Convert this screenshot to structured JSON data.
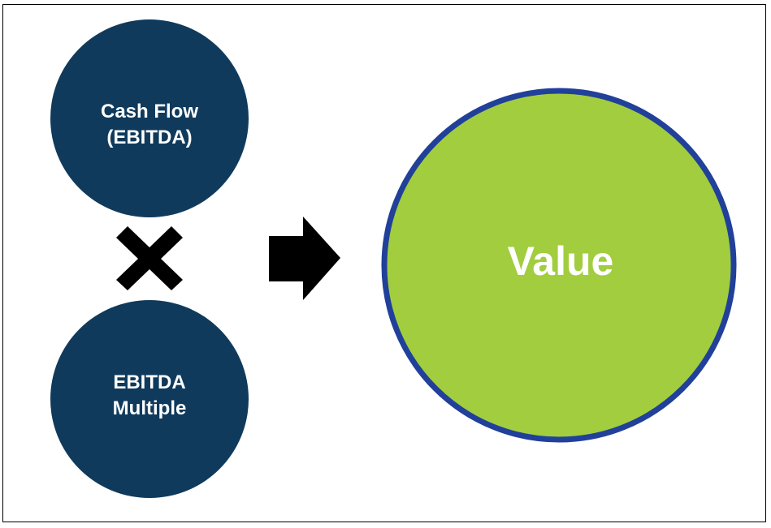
{
  "diagram": {
    "type": "equation",
    "nodes": {
      "cash_flow": {
        "lines": [
          "Cash Flow",
          "(EBITDA)"
        ]
      },
      "multiple": {
        "lines": [
          "EBITDA",
          "Multiple"
        ]
      },
      "value": {
        "lines": [
          "Value"
        ]
      }
    },
    "operators": {
      "multiply": "multiply-x-icon",
      "result": "right-arrow-icon"
    },
    "colors": {
      "input_circle_fill": "#0f3a5c",
      "value_circle_fill": "#a1cd3f",
      "value_circle_stroke": "#21409a",
      "operator_fill": "#000000",
      "label_text": "#ffffff"
    }
  }
}
